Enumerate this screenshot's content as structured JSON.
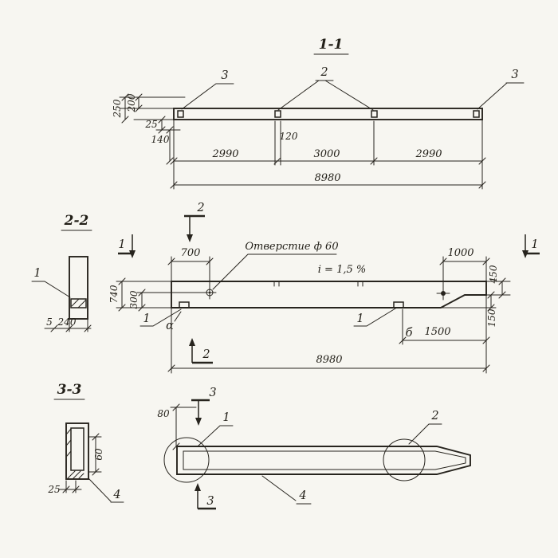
{
  "colors": {
    "paper": "#f7f6f1",
    "ink": "#27241e"
  },
  "top_view": {
    "title": "1-1",
    "callout_3_left": "3",
    "callout_2": "2",
    "callout_3_right": "3",
    "dim_250": "250",
    "dim_200": "200",
    "dim_25": "25",
    "dim_140": "140",
    "dim_120": "120",
    "dim_span_1": "2990",
    "dim_span_2": "3000",
    "dim_span_3": "2990",
    "dim_total": "8980"
  },
  "section_2_2": {
    "title": "2-2",
    "callout_1": "1",
    "dim_5": "5",
    "dim_240": "240"
  },
  "elevation": {
    "mark_2_top": "2",
    "mark_2_bottom": "2",
    "mark_1_left": "1",
    "mark_1_right": "1",
    "hole_note": "Отверстие ф 60",
    "slope_note": "i = 1,5 %",
    "dim_700": "700",
    "dim_1000": "1000",
    "dim_450": "450",
    "dim_740": "740",
    "dim_300": "300",
    "dim_150": "150",
    "dim_1500": "1500",
    "dim_total": "8980",
    "weld_mark_alpha": "α",
    "weld_mark_b": "б",
    "callout_1_left": "1",
    "callout_1_right": "1"
  },
  "section_3_3": {
    "title": "3-3",
    "dim_60": "60",
    "dim_25": "25",
    "callout_4": "4"
  },
  "bottom_view": {
    "mark_3_top": "3",
    "mark_3_bottom": "3",
    "dim_80": "80",
    "callout_1": "1",
    "callout_2": "2",
    "callout_4": "4"
  }
}
